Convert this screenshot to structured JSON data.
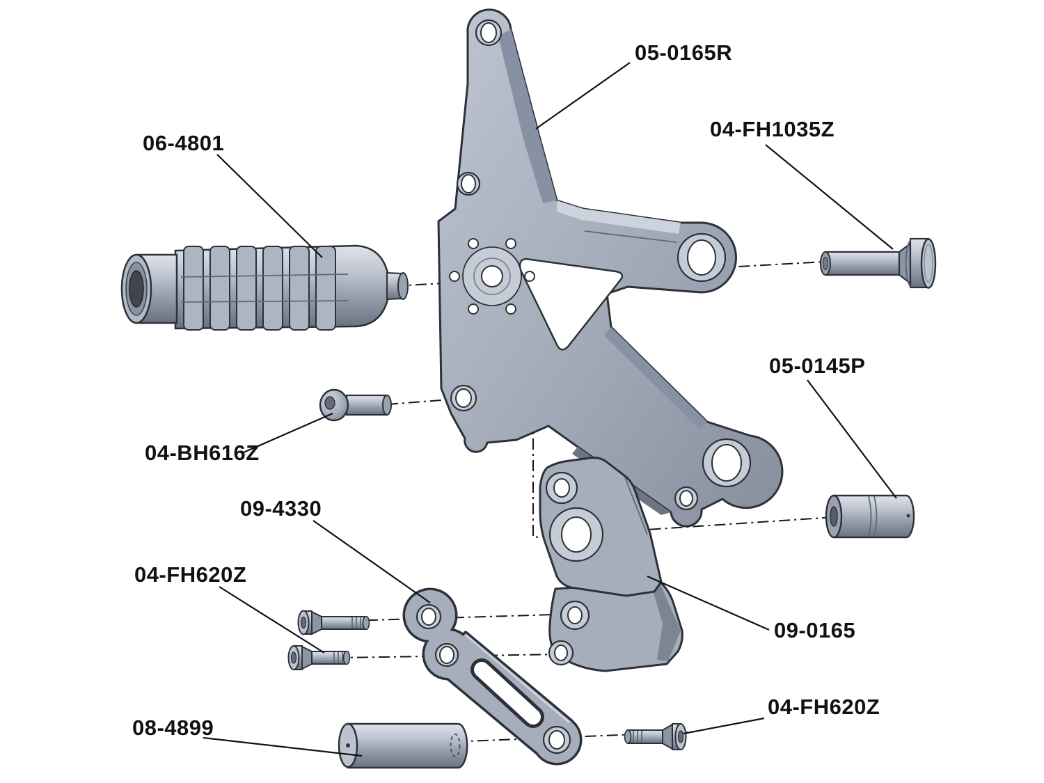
{
  "colors": {
    "background": "#ffffff",
    "part_fill": "#a6aebc",
    "part_light": "#c6ccd6",
    "part_dark": "#7d8595",
    "outline": "#2c3038",
    "line": "#111111",
    "label_text": "#111111"
  },
  "labels": {
    "main_bracket": "05-0165R",
    "grip": "06-4801",
    "shoulder_bolt": "04-FH1035Z",
    "spacer": "05-0145P",
    "button_head_bolt": "04-BH616Z",
    "link_arm": "09-4330",
    "flat_head_bolt_upper": "04-FH620Z",
    "mount_block": "09-0165",
    "spacer_tube": "08-4899",
    "flat_head_bolt_lower": "04-FH620Z"
  }
}
